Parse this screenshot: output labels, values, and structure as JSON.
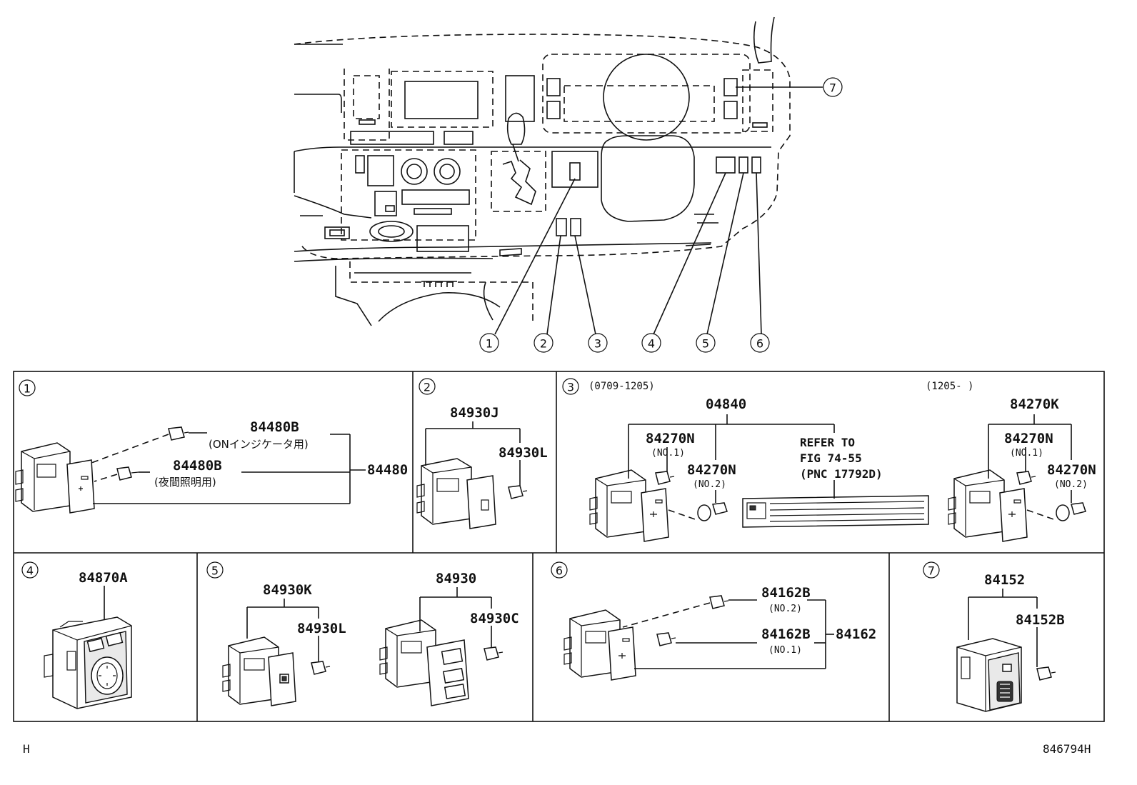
{
  "overview": {
    "callouts": [
      "1",
      "2",
      "3",
      "4",
      "5",
      "6",
      "7"
    ]
  },
  "panels": [
    {
      "num": "1",
      "parts": [
        "84480B",
        "84480B",
        "84480"
      ],
      "notes": [
        "(ONインジケータ用)",
        "(夜間照明用)"
      ]
    },
    {
      "num": "2",
      "parts": [
        "84930J",
        "84930L"
      ]
    },
    {
      "num": "3",
      "date_ranges": [
        "(0709-1205)",
        "(1205-    )"
      ],
      "parts": [
        "04840",
        "84270N",
        "84270N",
        "84270K",
        "84270N",
        "84270N"
      ],
      "sub_labels": [
        "(NO.1)",
        "(NO.2)",
        "(NO.1)",
        "(NO.2)"
      ],
      "reference": [
        "REFER TO",
        "FIG 74-55",
        "(PNC 17792D)"
      ]
    },
    {
      "num": "4",
      "parts": [
        "84870A"
      ]
    },
    {
      "num": "5",
      "parts": [
        "84930K",
        "84930L",
        "84930",
        "84930C"
      ]
    },
    {
      "num": "6",
      "parts": [
        "84162B",
        "84162B",
        "84162"
      ],
      "sub_labels": [
        "(NO.2)",
        "(NO.1)"
      ]
    },
    {
      "num": "7",
      "parts": [
        "84152",
        "84152B"
      ]
    }
  ],
  "footer": {
    "left_code": "H",
    "diagram_id": "846794H"
  }
}
